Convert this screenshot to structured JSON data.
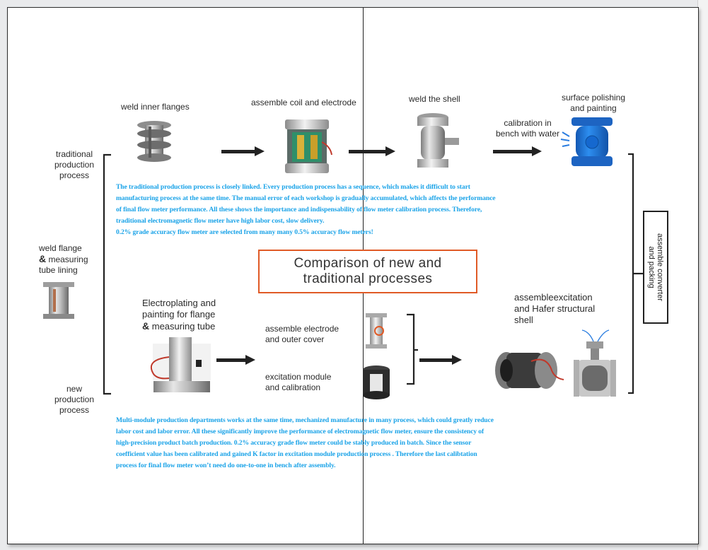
{
  "labels": {
    "weld_inner_flanges": "weld inner flanges",
    "assemble_coil": "assemble coil and electrode",
    "weld_shell": "weld the shell",
    "calibration_line1": "calibration in",
    "calibration_line2": "bench with water",
    "surface_line1": "surface polishing",
    "surface_line2": "and painting",
    "traditional_line1": "traditional",
    "traditional_line2": "production",
    "traditional_line3": "process",
    "weld_flange_line1": "weld flange",
    "weld_flange_amp": "&",
    "weld_flange_line2": " measuring",
    "weld_flange_line3": "tube lining",
    "electroplating_line1": "Electroplating and",
    "electroplating_line2": "painting for flange",
    "electroplating_amp": "&",
    "electroplating_line3": " measuring tube",
    "assemble_electrode_line1": "assemble electrode",
    "assemble_electrode_line2": "and outer cover",
    "excitation_line1": "excitation module",
    "excitation_line2": "and calibration",
    "assemble_excitation_line1": "assembleexcitation",
    "assemble_excitation_line2": "and Hafer structural",
    "assemble_excitation_line3": "shell",
    "new_line1": "new",
    "new_line2": "production",
    "new_line3": "process",
    "converter_line1": "assemble converter",
    "converter_line2": "and packing"
  },
  "title": {
    "line1": "Comparison of new and",
    "line2": "traditional processes"
  },
  "traditional_text": [
    "The traditional production process is closely linked. Every production process has a sequence, which makes it difficult to start",
    "manufacturing process at the same time. The manual error of each workshop is gradually accumulated, which affects the performance",
    "of final flow meter performance. All these shows the importance and indispensability of flow meter calibration process. Therefore,",
    "traditional electromagnetic flow meter have high labor cost, slow delivery.",
    "0.2% grade accuracy flow meter are selected from many many 0.5% accuracy flow meters!"
  ],
  "new_text": [
    "Multi-module production departments works at the same time, mechanized manufacture in many process, which could greatly reduce",
    "labor cost and labor error. All these significantly improve the performance of electromagnetic flow meter, ensure the consistency of",
    "high-precision product batch production. 0.2% accuracy grade flow meter could be stably produced in batch. Since the sensor",
    "coefficient value has been calibrated and gained K factor in excitation module production process . Therefore the last calibtation",
    "process for final flow meter won’t need do one-to-one in bench after assembly."
  ],
  "colors": {
    "blue_text": "#1aa3e8",
    "title_border": "#e05a26",
    "painted_meter": "#1c74d6"
  }
}
